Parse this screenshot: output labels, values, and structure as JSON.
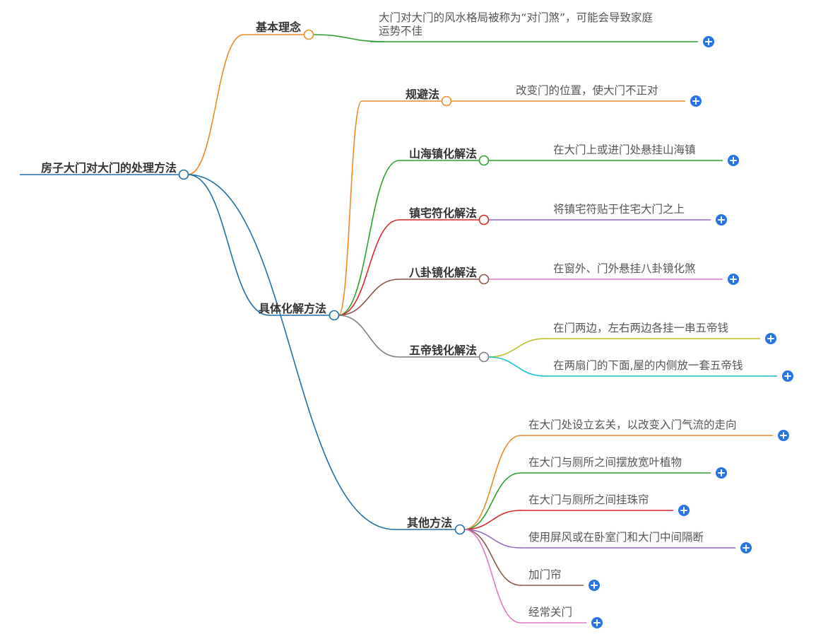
{
  "root": {
    "label": "房子大门对大门的处理方法",
    "color": "#1f6fa8"
  },
  "branches": [
    {
      "id": "concept",
      "label": "基本理念",
      "color": "#ef8a24",
      "children": [
        {
          "lines": [
            "大门对大门的风水格局被称为“对门煞”，可能会导致家庭",
            "运势不佳"
          ],
          "color": "#2ea02e"
        }
      ]
    },
    {
      "id": "methods",
      "label": "具体化解方法",
      "color": "#1f6fa8",
      "children": [
        {
          "label": "规避法",
          "color": "#ef8a24",
          "children": [
            {
              "lines": [
                "改变门的位置，使大门不正对"
              ],
              "color": "#ef8a24"
            }
          ]
        },
        {
          "label": "山海镇化解法",
          "color": "#2ea02e",
          "children": [
            {
              "lines": [
                "在大门上或进门处悬挂山海镇"
              ],
              "color": "#2ea02e"
            }
          ]
        },
        {
          "label": "镇宅符化解法",
          "color": "#d62728",
          "children": [
            {
              "lines": [
                "将镇宅符贴于住宅大门之上"
              ],
              "color": "#9467bd"
            }
          ]
        },
        {
          "label": "八卦镜化解法",
          "color": "#8c564b",
          "children": [
            {
              "lines": [
                "在窗外、门外悬挂八卦镜化煞"
              ],
              "color": "#e377c2"
            }
          ]
        },
        {
          "label": "五帝钱化解法",
          "color": "#7f7f7f",
          "children": [
            {
              "lines": [
                "在门两边，左右两边各挂一串五帝钱"
              ],
              "color": "#bcbd22"
            },
            {
              "lines": [
                "在两扇门的下面,屋的内侧放一套五帝钱"
              ],
              "color": "#17becf"
            }
          ]
        }
      ]
    },
    {
      "id": "others",
      "label": "其他方法",
      "color": "#1f6fa8",
      "children": [
        {
          "lines": [
            "在大门处设立玄关，以改变入门气流的走向"
          ],
          "color": "#ef8a24"
        },
        {
          "lines": [
            "在大门与厕所之间摆放宽叶植物"
          ],
          "color": "#2ea02e"
        },
        {
          "lines": [
            "在大门与厕所之间挂珠帘"
          ],
          "color": "#d62728"
        },
        {
          "lines": [
            "使用屏风或在卧室门和大门中间隔断"
          ],
          "color": "#9467bd"
        },
        {
          "lines": [
            "加门帘"
          ],
          "color": "#8c564b"
        },
        {
          "lines": [
            "经常关门"
          ],
          "color": "#e377c2"
        }
      ]
    }
  ],
  "expand_icon": "plus-icon"
}
